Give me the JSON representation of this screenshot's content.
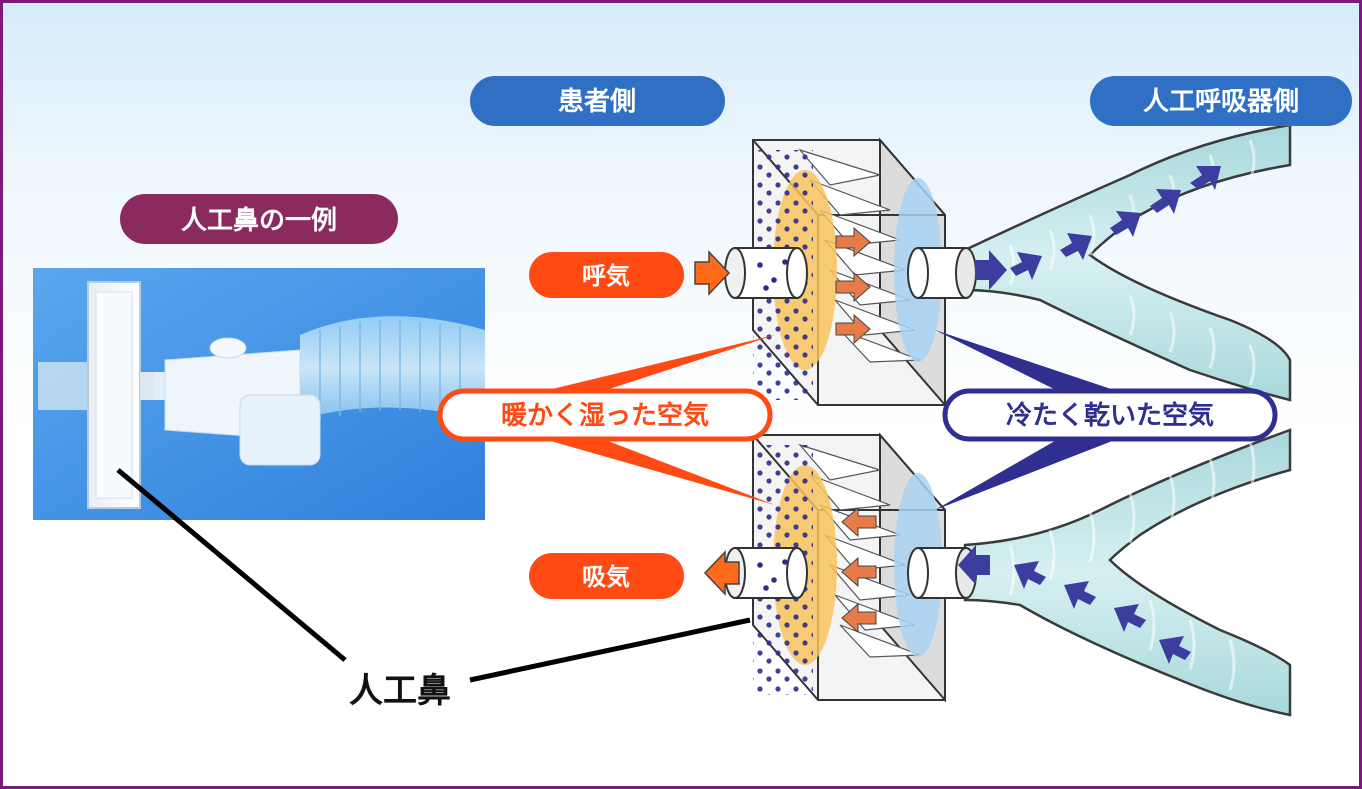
{
  "labels": {
    "patient_side": "患者側",
    "ventilator_side": "人工呼吸器側",
    "example_title": "人工鼻の一例",
    "exhale": "呼気",
    "inhale": "吸気",
    "warm_humid_air": "暖かく湿った空気",
    "cold_dry_air": "冷たく乾いた空気",
    "hme": "人工鼻"
  },
  "colors": {
    "border": "#7a1a7a",
    "patient_pill": "#2f6fc4",
    "ventilator_pill": "#2f6fc4",
    "example_pill": "#8a2a5f",
    "exhale_inhale_pill": "#ff4a14",
    "warm_callout": "#ff4a14",
    "cold_callout": "#2e2f8f",
    "hose": "#bfe3e6",
    "arrow_blue": "#3d3da0",
    "arrow_orange": "#ff6a1a",
    "moisture_ellipse": "#f7c25c",
    "dry_ellipse": "#a9d3f5"
  }
}
